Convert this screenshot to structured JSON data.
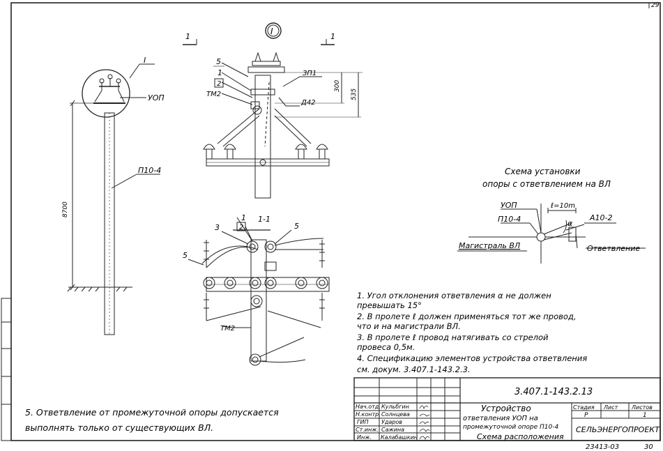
{
  "sheet": {
    "page_number_corner": "29",
    "archive_number": "23413-03",
    "archive_sheet": "30"
  },
  "drawing_left": {
    "view_marker": "I",
    "label_uop": "УОП",
    "label_pole": "П10-4",
    "dimension_height": "8700"
  },
  "drawing_center": {
    "view_circle": "I",
    "section_mark_left": "1",
    "section_mark_right": "1",
    "callout_5": "5",
    "callout_1": "1",
    "callout_2": "2",
    "callout_tm2": "ТМ2",
    "callout_zp1": "ЗП1",
    "callout_d42": "Д42",
    "dim_300": "300",
    "dim_535": "535"
  },
  "drawing_plan": {
    "section_title": "1-1",
    "callout_1": "1",
    "callout_2": "2",
    "callout_3": "3",
    "callout_5_right": "5",
    "callout_5_left": "5",
    "callout_tm2": "ТМ2"
  },
  "scheme": {
    "title_line1": "Схема установки",
    "title_line2": "опоры с ответвлением на ВЛ",
    "label_uop": "УОП",
    "label_p10": "П10-4",
    "label_span": "ℓ=10m",
    "label_a10": "А10-2",
    "label_alpha": "α",
    "label_main": "Магистраль ВЛ",
    "label_branch": "Ответвление"
  },
  "notes": [
    "1. Угол отклонения ответвления α не должен",
    "превышать 15°",
    "2. В пролете ℓ должен применяться тот же провод,",
    "что и на магистрали ВЛ.",
    "3. В пролете ℓ провод натягивать со стрелой",
    "провеса 0,5м.",
    "4. Спецификацию элементов устройства ответвления",
    "см. докум. 3.407.1-143.2.3."
  ],
  "note5": [
    "5. Ответвление от промежуточной опоры допускается",
    "выполнять только от существующих ВЛ."
  ],
  "title_block": {
    "doc_number": "3.407.1-143.2.13",
    "roles": [
      "Нач.отд.",
      "Н.контр.",
      "ГИП",
      "Ст.инж.",
      "Инж."
    ],
    "names": [
      "Кульбгин",
      "Солнцева",
      "Ударов",
      "Сажина",
      "Калабашкин"
    ],
    "title_line1": "Устройство",
    "title_line2": "ответвления УОП на",
    "title_line3": "промежуточной опоре П10-4",
    "subtitle": "Схема расположения",
    "col_stage": "Стадия",
    "col_sheet": "Лист",
    "col_sheets": "Листов",
    "stage": "Р",
    "sheets_total": "1",
    "org": "СЕЛЬЭНЕРГОПРОЕКТ"
  }
}
